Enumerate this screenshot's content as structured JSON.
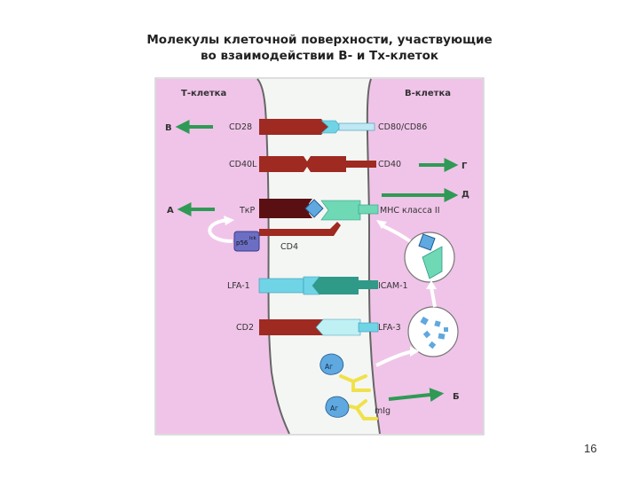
{
  "title": {
    "line1": "Молекулы клеточной поверхности, участвующие",
    "line2": "во взаимодействии В- и Тх-клеток"
  },
  "cells": {
    "left": "Т-клетка",
    "right": "В-клетка"
  },
  "molecules": {
    "cd28": "CD28",
    "cd80": "CD80/CD86",
    "cd40l": "CD40L",
    "cd40": "CD40",
    "tcr": "ТкР",
    "mhc": "МНС класса II",
    "p56": "p56",
    "lck": "lck",
    "cd4": "CD4",
    "lfa1": "LFA-1",
    "icam1": "ICAM-1",
    "cd2": "CD2",
    "lfa3": "LFA-3",
    "ag1": "Аг",
    "ag2": "Аг",
    "mig": "mIg"
  },
  "letters": {
    "v": "В",
    "g": "Г",
    "a": "А",
    "d": "Д",
    "b": "Б"
  },
  "page_number": "16",
  "colors": {
    "cell_fill": "#f0c4e8",
    "gap_fill": "#f4f6f4",
    "membrane": "#666666",
    "dark_red": "#9e2a22",
    "maroon": "#5a1012",
    "cyan": "#6fd4e6",
    "teal": "#2f9a88",
    "mint": "#6fd8b4",
    "green_arrow": "#2f9a55",
    "blue_mol": "#5fa8e0",
    "yellow": "#f0e14a",
    "purple_box": "#6c6ec4"
  }
}
